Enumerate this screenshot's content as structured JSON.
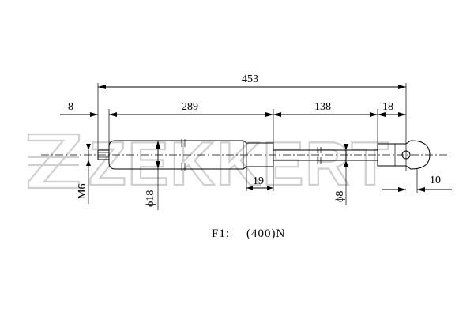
{
  "watermark": {
    "brand": "ZEKKERT"
  },
  "dimensions": {
    "overall_length": "453",
    "thread_stub": "8",
    "cylinder_length": "289",
    "rod_exposed": "138",
    "end_fitting": "18",
    "collar": "19",
    "eye_offset": "10"
  },
  "diameters": {
    "thread": "M6",
    "cylinder": "ϕ18",
    "rod": "ϕ8"
  },
  "spec": {
    "force_label": "F1:",
    "force_value": "(400)N"
  }
}
